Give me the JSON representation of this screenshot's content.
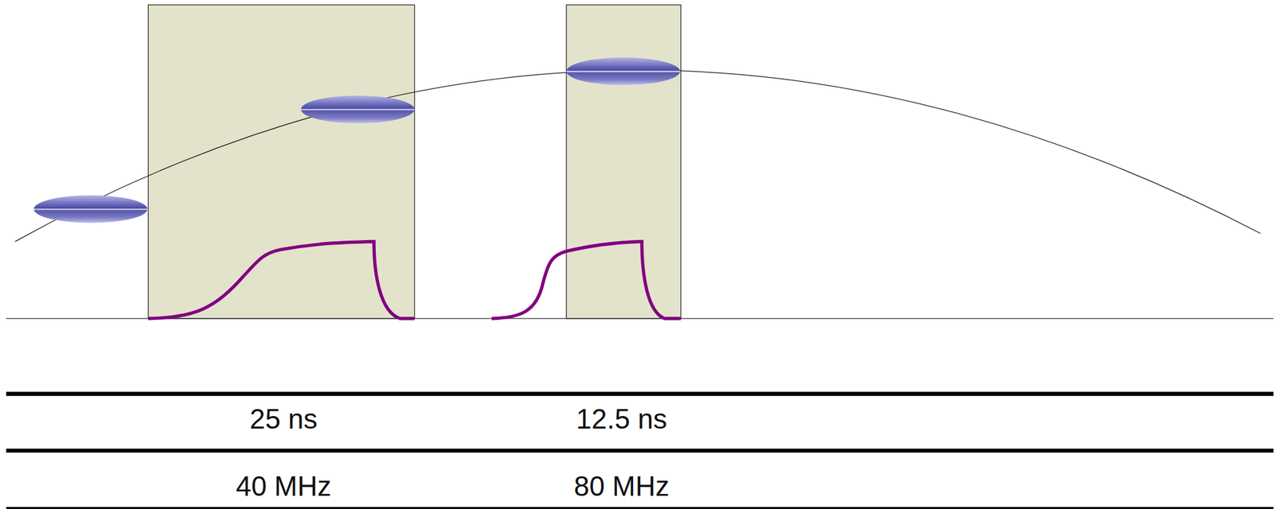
{
  "diagram": {
    "labels": [
      "25 ns",
      "12.5 ns",
      "40 MHz",
      "80 MHz"
    ]
  }
}
